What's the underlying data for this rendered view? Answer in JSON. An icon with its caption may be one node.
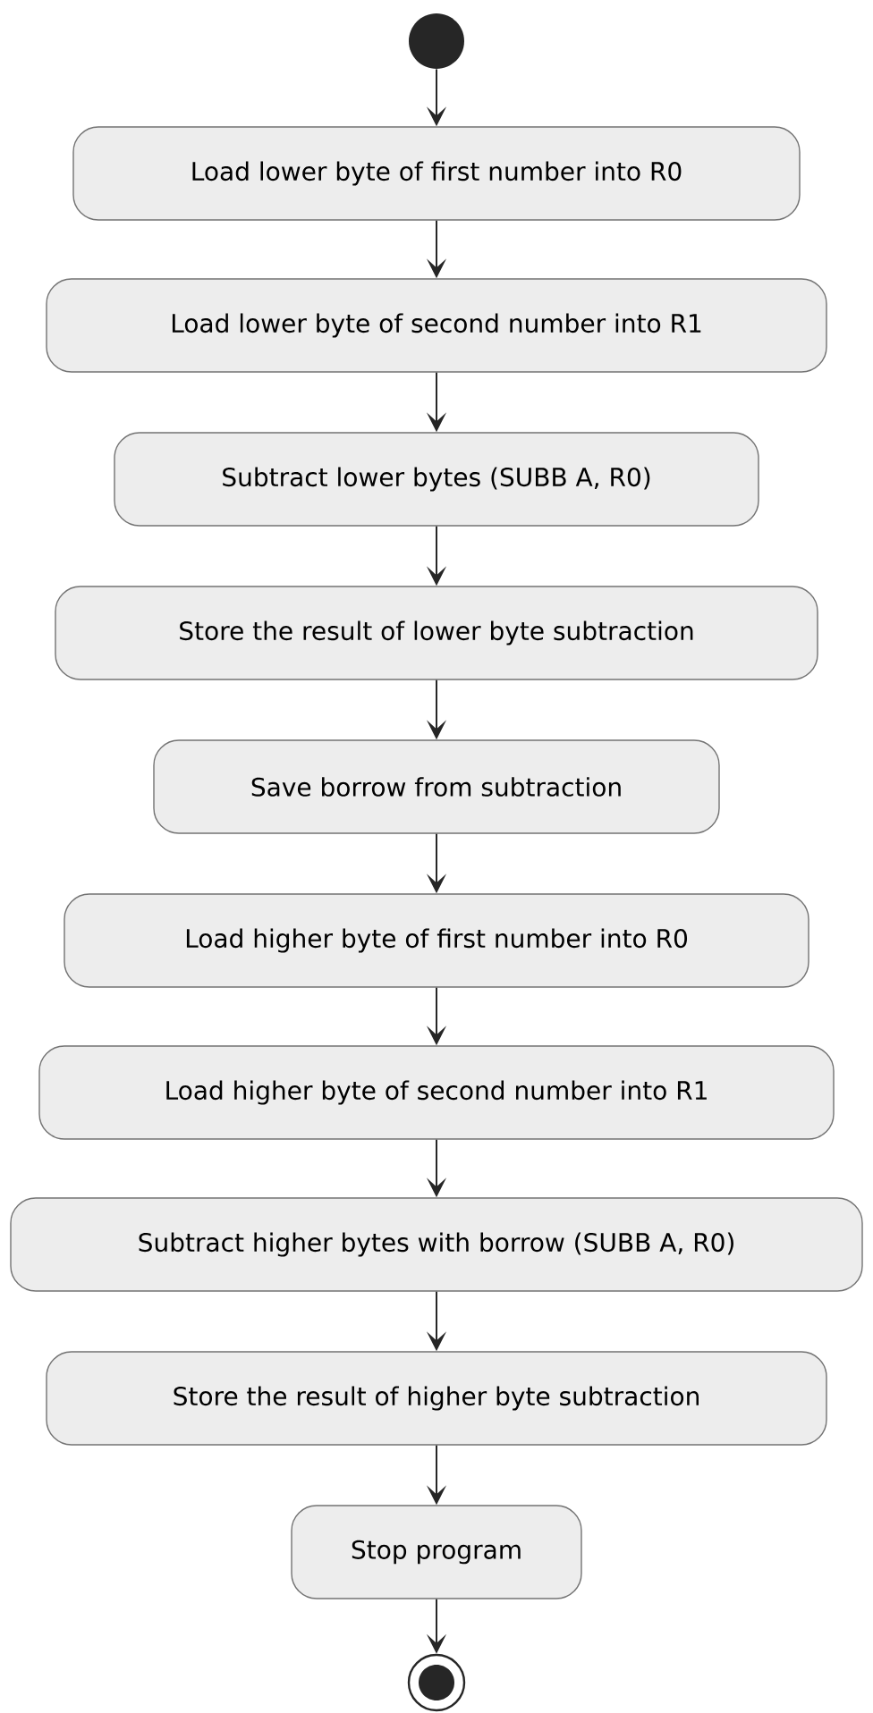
{
  "diagram": {
    "nodes": [
      {
        "text": [],
        "shape": "circle"
      },
      {
        "text": [
          "Load lower byte of first number into R0"
        ]
      },
      {
        "text": [
          "Load lower byte of second number into R1"
        ]
      },
      {
        "text": [
          "Subtract lower bytes (SUBB A, R0)"
        ]
      },
      {
        "text": [
          "Store the result of lower byte subtraction"
        ]
      },
      {
        "text": [
          "Save borrow from subtraction"
        ]
      },
      {
        "text": [
          "Load higher byte of first number into R0"
        ]
      },
      {
        "text": [
          "Load higher byte of second number into R1"
        ]
      },
      {
        "text": [
          "Subtract higher bytes with borrow (SUBB A, R0)"
        ]
      },
      {
        "text": [
          "Store the result of higher byte subtraction"
        ]
      },
      {
        "text": [
          "Stop program"
        ]
      },
      {
        "text": [],
        "shape": "bullseye"
      }
    ],
    "edges": [
      {
        "from": 0,
        "to": 1,
        "arrow": "to"
      },
      {
        "from": 1,
        "to": 2,
        "arrow": "to"
      },
      {
        "from": 2,
        "to": 3,
        "arrow": "to"
      },
      {
        "from": 3,
        "to": 4,
        "arrow": "to"
      },
      {
        "from": 4,
        "to": 5,
        "arrow": "to"
      },
      {
        "from": 5,
        "to": 6,
        "arrow": "to"
      },
      {
        "from": 6,
        "to": 7,
        "arrow": "to"
      },
      {
        "from": 7,
        "to": 8,
        "arrow": "to"
      },
      {
        "from": 8,
        "to": 9,
        "arrow": "to"
      },
      {
        "from": 9,
        "to": 10,
        "arrow": "to"
      },
      {
        "from": 10,
        "to": 11,
        "arrow": "to"
      }
    ]
  }
}
